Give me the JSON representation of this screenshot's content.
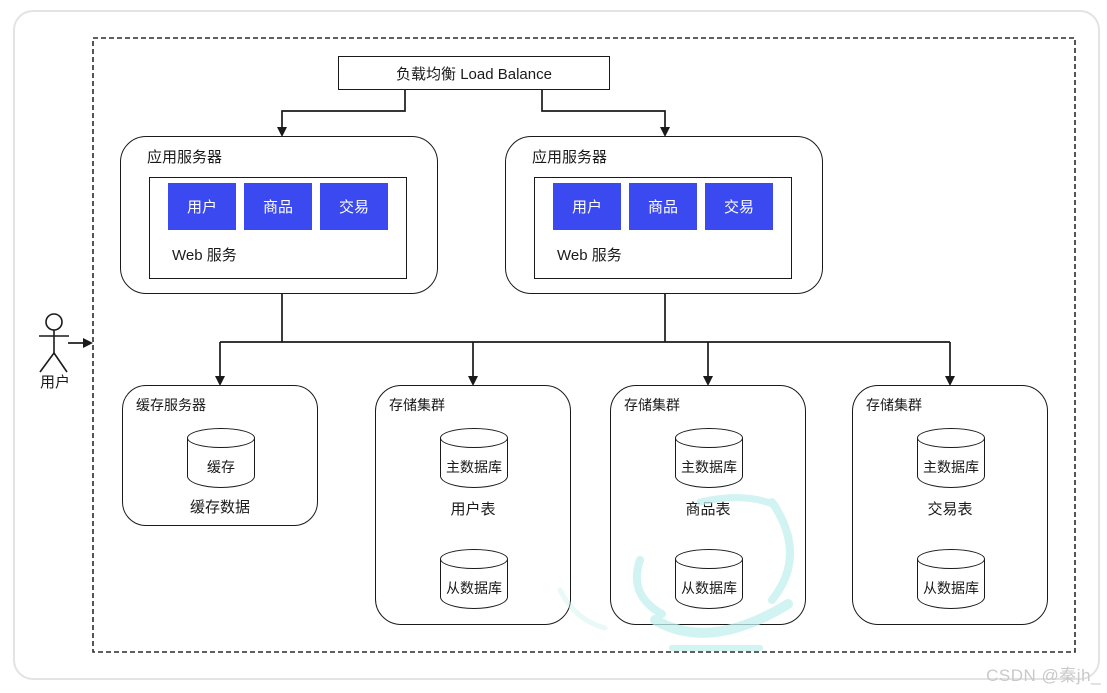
{
  "diagram": {
    "load_balancer_label": "负载均衡 Load Balance",
    "actor_label": "用户",
    "app_servers": [
      {
        "title": "应用服务器",
        "web_label": "Web 服务",
        "services": [
          "用户",
          "商品",
          "交易"
        ]
      },
      {
        "title": "应用服务器",
        "web_label": "Web 服务",
        "services": [
          "用户",
          "商品",
          "交易"
        ]
      }
    ],
    "cache_server": {
      "title": "缓存服务器",
      "cylinder_label": "缓存",
      "caption": "缓存数据"
    },
    "storage_clusters": [
      {
        "title": "存储集群",
        "master_label": "主数据库",
        "table_label": "用户表",
        "slave_label": "从数据库"
      },
      {
        "title": "存储集群",
        "master_label": "主数据库",
        "table_label": "商品表",
        "slave_label": "从数据库"
      },
      {
        "title": "存储集群",
        "master_label": "主数据库",
        "table_label": "交易表",
        "slave_label": "从数据库"
      }
    ],
    "colors": {
      "service_fill": "#3b49f0",
      "service_text": "#ffffff",
      "line": "#1a1a1a",
      "watermark_text": "#c9c9c9",
      "watermark_accent": "#c2efee"
    }
  },
  "page": {
    "watermark": "CSDN @秦jh_"
  }
}
